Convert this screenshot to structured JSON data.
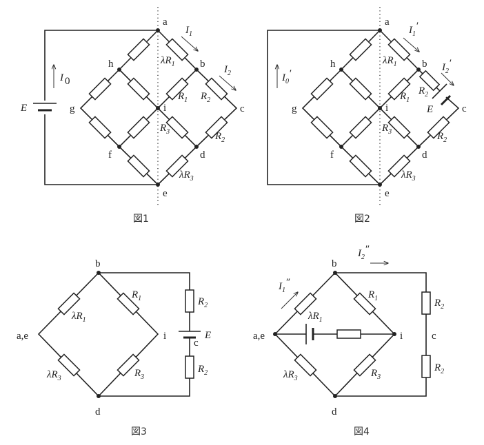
{
  "figures": [
    {
      "id": "fig1",
      "caption": "図1"
    },
    {
      "id": "fig2",
      "caption": "図2"
    },
    {
      "id": "fig3",
      "caption": "図3"
    },
    {
      "id": "fig4",
      "caption": "図4"
    }
  ],
  "nodes": {
    "a": "a",
    "b": "b",
    "c": "c",
    "d": "d",
    "e": "e",
    "f": "f",
    "g": "g",
    "h": "h",
    "i": "i",
    "ae": "a,e"
  },
  "symbols": {
    "E": "E",
    "lambda": "λ",
    "R": "R",
    "I": "I",
    "sub1": "1",
    "sub2": "2",
    "sub3": "3",
    "sub0": "0",
    "prime": "′",
    "dprime": "″"
  }
}
